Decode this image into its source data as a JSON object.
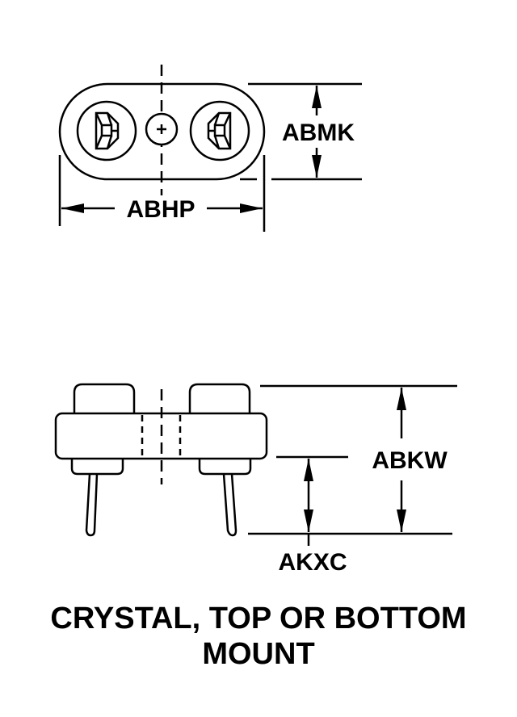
{
  "top_view": {
    "dimension_height_label": "ABMK",
    "dimension_width_label": "ABHP"
  },
  "side_view": {
    "dimension_overall_height_label": "ABKW",
    "dimension_pin_length_label": "AKXC"
  },
  "caption": {
    "line1": "CRYSTAL, TOP OR BOTTOM",
    "line2": "MOUNT"
  },
  "colors": {
    "ink": "#000000",
    "background": "#ffffff"
  }
}
